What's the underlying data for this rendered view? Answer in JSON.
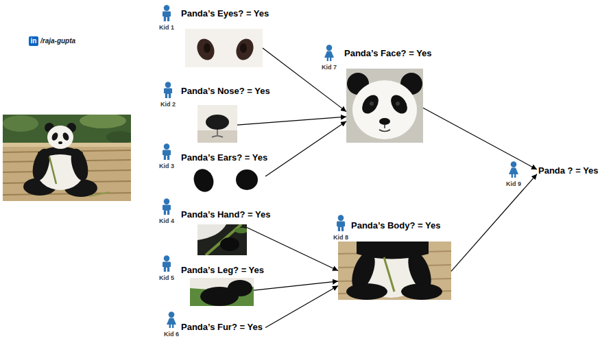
{
  "diagram": {
    "nodes": [
      {
        "text": [
          "Panda’s Eyes? = Yes",
          "Kid 1"
        ]
      },
      {
        "text": [
          "Panda’s Nose? = Yes",
          "Kid 2"
        ]
      },
      {
        "text": [
          "Panda’s Ears? = Yes",
          "Kid 3"
        ]
      },
      {
        "text": [
          "Panda’s Hand? = Yes",
          "Kid 4"
        ]
      },
      {
        "text": [
          "Panda’s Leg? = Yes",
          "Kid 5"
        ]
      },
      {
        "text": [
          "Panda’s Fur? = Yes",
          "Kid 6"
        ]
      },
      {
        "text": [
          "Panda’s Face? = Yes",
          "Kid 7"
        ]
      },
      {
        "text": [
          "Panda’s Body? = Yes",
          "Kid 8"
        ]
      },
      {
        "text": [
          "Panda ? = Yes",
          "Kid 9"
        ]
      }
    ],
    "edges": [
      {
        "from": 0,
        "to": 6,
        "arrow": "to"
      },
      {
        "from": 1,
        "to": 6,
        "arrow": "to"
      },
      {
        "from": 2,
        "to": 6,
        "arrow": "to"
      },
      {
        "from": 3,
        "to": 7,
        "arrow": "to"
      },
      {
        "from": 4,
        "to": 7,
        "arrow": "to"
      },
      {
        "from": 5,
        "to": 7,
        "arrow": "to"
      },
      {
        "from": 6,
        "to": 8,
        "arrow": "to"
      },
      {
        "from": 7,
        "to": 8,
        "arrow": "to"
      }
    ],
    "labels": [
      "in",
      "/raja-gupta"
    ]
  }
}
